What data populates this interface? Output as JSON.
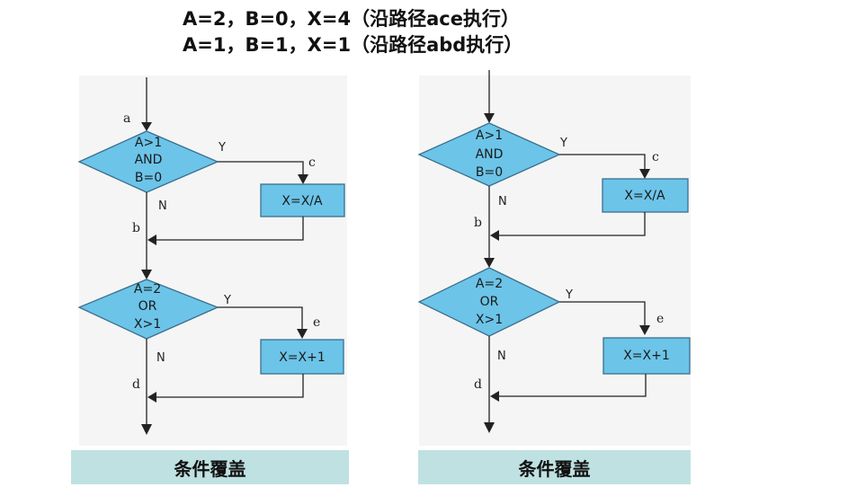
{
  "heading": {
    "line1": "A=2，B=0，X=4（沿路径ace执行）",
    "line2": "A=1，B=1，X=1（沿路径abd执行）"
  },
  "flowcharts": [
    {
      "decision1": {
        "line1": "A>1",
        "line2": "AND",
        "line3": "B=0"
      },
      "decision2": {
        "line1": "A=2",
        "line2": "OR",
        "line3": "X>1"
      },
      "process1": "X=X/A",
      "process2": "X=X+1",
      "yes_label": "Y",
      "no_label": "N",
      "points": {
        "a": "a",
        "b": "b",
        "c": "c",
        "d": "d",
        "e": "e"
      },
      "caption": "条件覆盖"
    },
    {
      "decision1": {
        "line1": "A>1",
        "line2": "AND",
        "line3": "B=0"
      },
      "decision2": {
        "line1": "A=2",
        "line2": "OR",
        "line3": "X>1"
      },
      "process1": "X=X/A",
      "process2": "X=X+1",
      "yes_label": "Y",
      "no_label": "N",
      "points": {
        "b": "b",
        "c": "c",
        "d": "d",
        "e": "e"
      },
      "caption": "条件覆盖"
    }
  ],
  "colors": {
    "shape_fill": "#6cc4e8",
    "shape_stroke": "#3a6f8f",
    "caption_bg": "#bfe1e2",
    "panel_bg": "#f5f5f5"
  }
}
